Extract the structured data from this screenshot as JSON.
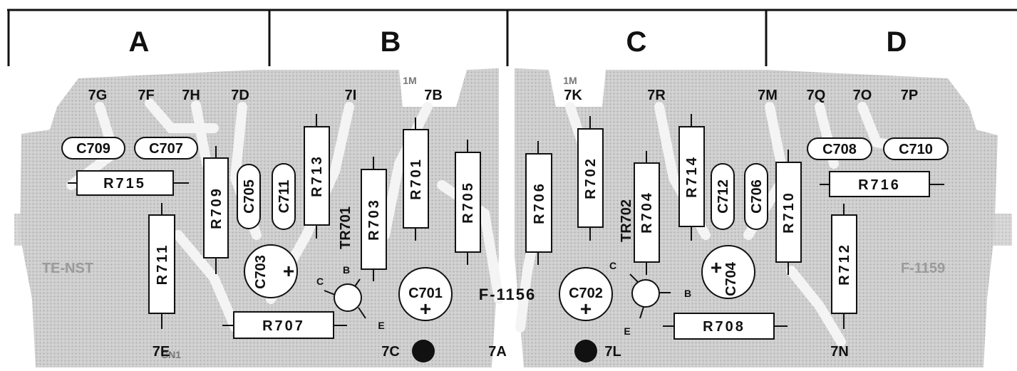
{
  "header": {
    "columns": [
      "A",
      "B",
      "C",
      "D"
    ]
  },
  "board": {
    "label": "F-1156",
    "mirror_left": "TE-NST",
    "mirror_right": "F-1159",
    "top_marks": [
      "1M",
      "1M"
    ],
    "corner_mark": "CN1"
  },
  "pins": {
    "7G": "7G",
    "7F": "7F",
    "7H": "7H",
    "7D": "7D",
    "7I": "7I",
    "7B": "7B",
    "7K": "7K",
    "7R": "7R",
    "7M": "7M",
    "7Q": "7Q",
    "7O": "7O",
    "7P": "7P",
    "7E": "7E",
    "7C": "7C",
    "7A": "7A",
    "7L": "7L",
    "7N": "7N"
  },
  "resistors": {
    "R701": "R701",
    "R702": "R702",
    "R703": "R703",
    "R704": "R704",
    "R705": "R705",
    "R706": "R706",
    "R707": "R707",
    "R708": "R708",
    "R709": "R709",
    "R710": "R710",
    "R711": "R711",
    "R712": "R712",
    "R713": "R713",
    "R714": "R714",
    "R715": "R715",
    "R716": "R716"
  },
  "capacitors": {
    "C701": "C701",
    "C702": "C702",
    "C703": "C703",
    "C704": "C704",
    "C705": "C705",
    "C706": "C706",
    "C707": "C707",
    "C708": "C708",
    "C709": "C709",
    "C710": "C710",
    "C711": "C711",
    "C712": "C712"
  },
  "transistors": {
    "TR701": "TR701",
    "TR702": "TR702"
  },
  "terminals": {
    "C": "C",
    "B": "B",
    "E": "E"
  },
  "polarity": "+",
  "colors": {
    "board": "#c9c9c9",
    "traces": "#b7b7b7",
    "ink": "#111111",
    "background": "#ffffff"
  }
}
